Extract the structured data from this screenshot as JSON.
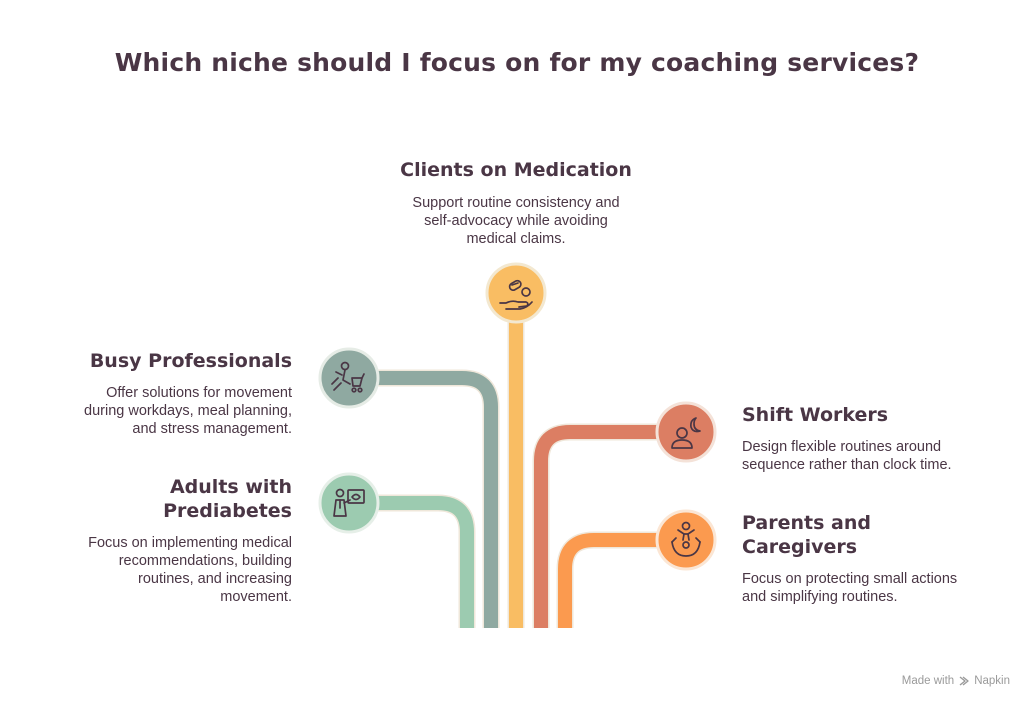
{
  "title": "Which niche should I focus on for my coaching services?",
  "colors": {
    "medication": "#f9bd63",
    "busy": "#8fa9a1",
    "prediabetes": "#9ccbb0",
    "shift": "#dc7e63",
    "parents": "#fb9a4f",
    "text": "#4a3645"
  },
  "nodes": {
    "medication": {
      "heading": "Clients on Medication",
      "lines": [
        "Support routine consistency and",
        "self-advocacy while avoiding",
        "medical claims."
      ],
      "icon": "hand-with-pills-icon"
    },
    "busy": {
      "heading": "Busy Professionals",
      "lines": [
        "Offer solutions for movement",
        "during workdays, meal planning,",
        "and stress management."
      ],
      "icon": "multitasking-person-icon"
    },
    "prediabetes": {
      "heading_lines": [
        "Adults with",
        "Prediabetes"
      ],
      "lines": [
        "Focus on implementing medical",
        "recommendations, building",
        "routines, and increasing",
        "movement."
      ],
      "icon": "doctor-presentation-icon"
    },
    "shift": {
      "heading": "Shift Workers",
      "lines": [
        "Design flexible routines around",
        "sequence rather than clock time."
      ],
      "icon": "person-moon-icon"
    },
    "parents": {
      "heading_lines": [
        "Parents and",
        "Caregivers"
      ],
      "lines": [
        "Focus on protecting small actions",
        "and simplifying routines."
      ],
      "icon": "family-embrace-icon"
    }
  },
  "footer": {
    "made_with": "Made with",
    "brand": "Napkin"
  }
}
